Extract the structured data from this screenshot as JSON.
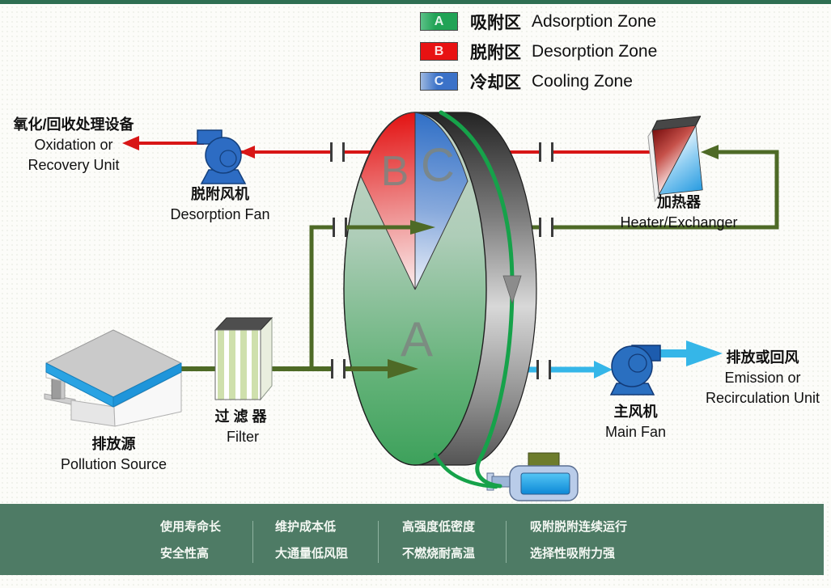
{
  "legend": {
    "items": [
      {
        "key": "A",
        "zh": "吸附区",
        "en": "Adsorption Zone",
        "color": "#21A356"
      },
      {
        "key": "B",
        "zh": "脱附区",
        "en": "Desorption Zone",
        "color": "#E81212"
      },
      {
        "key": "C",
        "zh": "冷却区",
        "en": "Cooling Zone",
        "color": "#3B72C8"
      }
    ]
  },
  "labels": {
    "oxidation": {
      "zh": "氧化/回收处理设备",
      "en1": "Oxidation or",
      "en2": "Recovery Unit"
    },
    "desorption_fan": {
      "zh": "脱附风机",
      "en": "Desorption Fan"
    },
    "heater": {
      "zh": "加热器",
      "en": "Heater/Exchanger"
    },
    "pollution_source": {
      "zh": "排放源",
      "en": "Pollution Source"
    },
    "filter": {
      "zh": "过滤器",
      "en": "Filter"
    },
    "main_fan": {
      "zh": "主风机",
      "en": "Main Fan"
    },
    "emission": {
      "zh": "排放或回风",
      "en1": "Emission or",
      "en2": "Recirculation Unit"
    }
  },
  "wheel": {
    "zone_a": "A",
    "zone_b": "B",
    "zone_c": "C"
  },
  "features": {
    "columns": [
      {
        "line1": "使用寿命长",
        "line2": "安全性高"
      },
      {
        "line1": "维护成本低",
        "line2": "大通量低风阻"
      },
      {
        "line1": "高强度低密度",
        "line2": "不燃烧耐高温"
      },
      {
        "line1": "吸附脱附连续运行",
        "line2": "选择性吸附力强"
      }
    ]
  },
  "icons": {
    "desorption_fan": "centrifugal-fan-icon",
    "main_fan": "centrifugal-fan-icon",
    "heater": "heat-exchanger-icon",
    "filter": "filter-box-icon",
    "pollution_source": "factory-building-icon",
    "motor": "motor-icon",
    "rotor": "rotary-wheel-icon",
    "rotation_arrow": "rotation-arrow-icon",
    "pipe_break": "pipe-break-icon"
  },
  "colors": {
    "top_border": "#2E6E52",
    "feature_bar": "#4E7B65",
    "zone_a_green": "#21A356",
    "zone_b_red": "#E81212",
    "zone_c_blue": "#3B72C8",
    "dirty_air_pipe": "#4E6A26",
    "hot_air_pipe": "#D81616",
    "clean_air_pipe": "#35B6E8",
    "rotation_green": "#16A24A",
    "fan_blue": "#2A6FC4"
  }
}
